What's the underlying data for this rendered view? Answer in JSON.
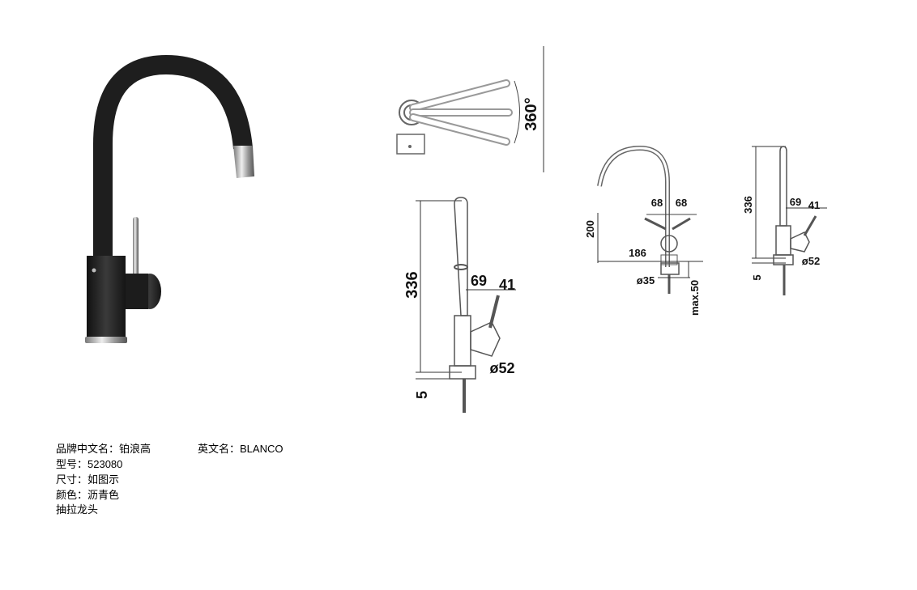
{
  "product": {
    "brand_cn_label": "品牌中文名：",
    "brand_cn": "铂浪高",
    "brand_en_label": "英文名：",
    "brand_en": "BLANCO",
    "model_label": "型号：",
    "model": "523080",
    "size_label": "尺寸：",
    "size": "如图示",
    "color_label": "颜色：",
    "color": "沥青色",
    "type": "抽拉龙头"
  },
  "drawings": {
    "top_view": {
      "rotation": "360°"
    },
    "side_view": {
      "height": "336",
      "spout_gap": "69",
      "lever_gap": "41",
      "base_diameter": "ø52",
      "base_thickness": "5"
    },
    "front_view": {
      "height": "200",
      "reach": "186",
      "lever_left": "68",
      "lever_right": "68",
      "shank_diameter": "ø35",
      "counter_thickness": "max.50"
    },
    "small_side_view": {
      "height": "336",
      "spout_gap": "69",
      "lever_gap": "41",
      "base_diameter": "ø52",
      "base_thickness": "5"
    }
  },
  "colors": {
    "faucet_body": "#1e1e1e",
    "chrome": "#c8c8c8",
    "line": "#333333"
  }
}
